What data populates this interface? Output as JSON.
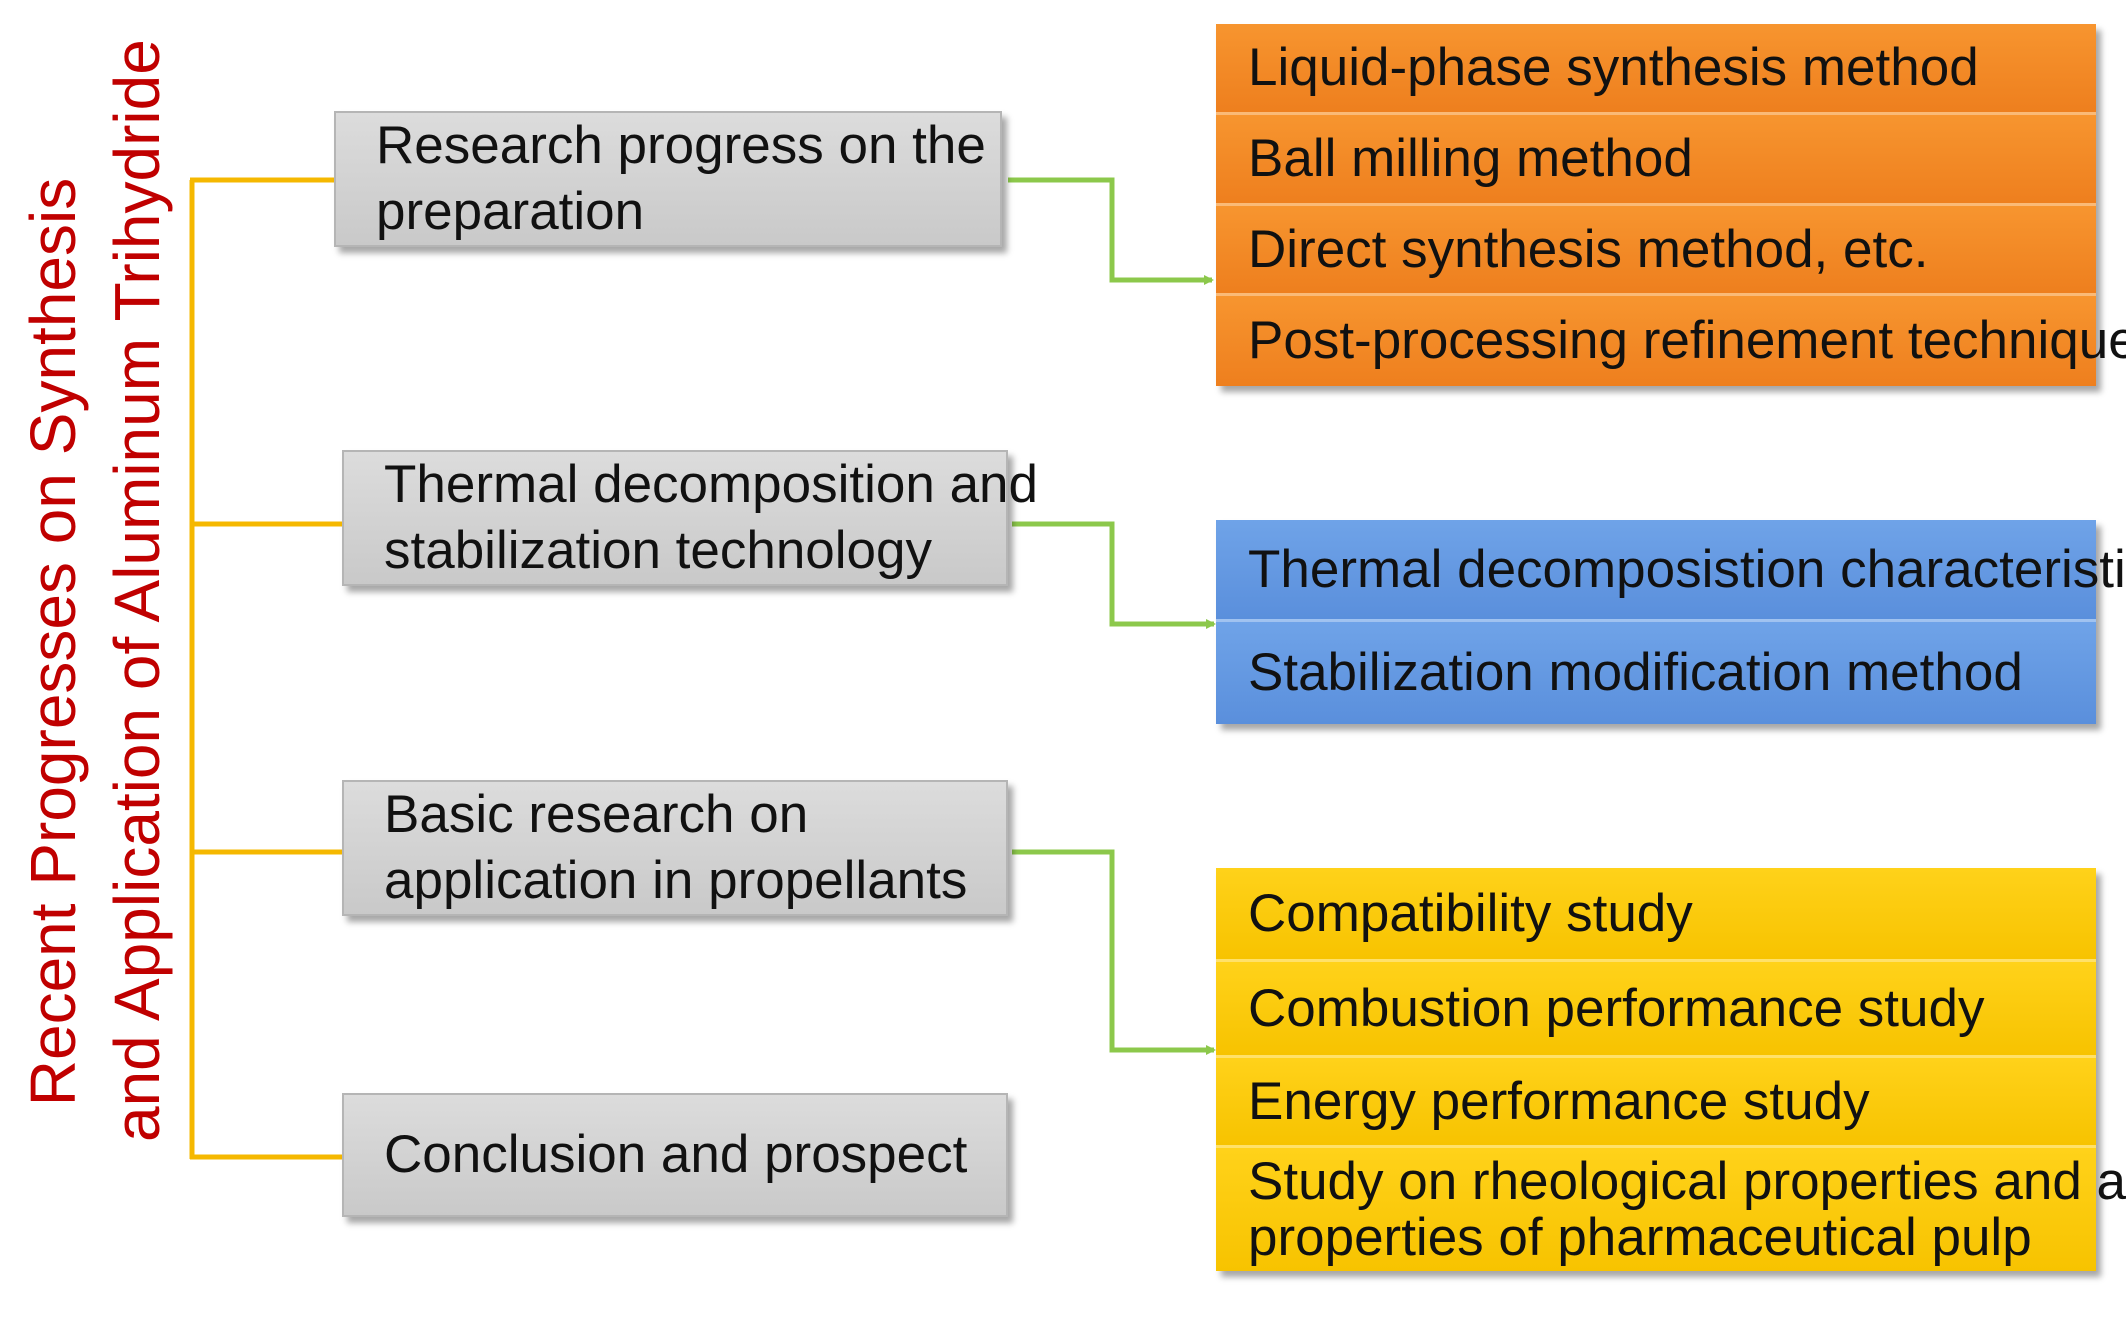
{
  "title": {
    "line1": "Recent Progresses on Synthesis",
    "line2": "and Application of Aluminum Trihydride"
  },
  "colors": {
    "title": "#c00000",
    "trunk_connector": "#f5b800",
    "branch_connector": "#8cc84b",
    "preparation_group": "#f08a24",
    "thermal_group": "#629ae2",
    "propellant_group": "#fecb0a"
  },
  "sections": [
    {
      "label_lines": [
        "Research progress on the",
        "preparation"
      ],
      "details": [
        {
          "lines": [
            "Liquid-phase synthesis method"
          ]
        },
        {
          "lines": [
            "Ball milling method"
          ]
        },
        {
          "lines": [
            "Direct synthesis method, etc."
          ]
        },
        {
          "lines": [
            "Post-processing refinement technique"
          ]
        }
      ]
    },
    {
      "label_lines": [
        "Thermal decomposition and",
        "stabilization technology"
      ],
      "details": [
        {
          "lines": [
            "Thermal decomposistion characteristics"
          ]
        },
        {
          "lines": [
            "Stabilization modification method"
          ]
        }
      ]
    },
    {
      "label_lines": [
        "Basic research on",
        "application in propellants"
      ],
      "details": [
        {
          "lines": [
            "Compatibility study"
          ]
        },
        {
          "lines": [
            "Combustion performance study"
          ]
        },
        {
          "lines": [
            "Energy performance study"
          ]
        },
        {
          "lines": [
            "Study on rheological properties and aging",
            "properties of pharmaceutical pulp"
          ]
        }
      ]
    },
    {
      "label_lines": [
        "Conclusion and prospect"
      ]
    }
  ]
}
